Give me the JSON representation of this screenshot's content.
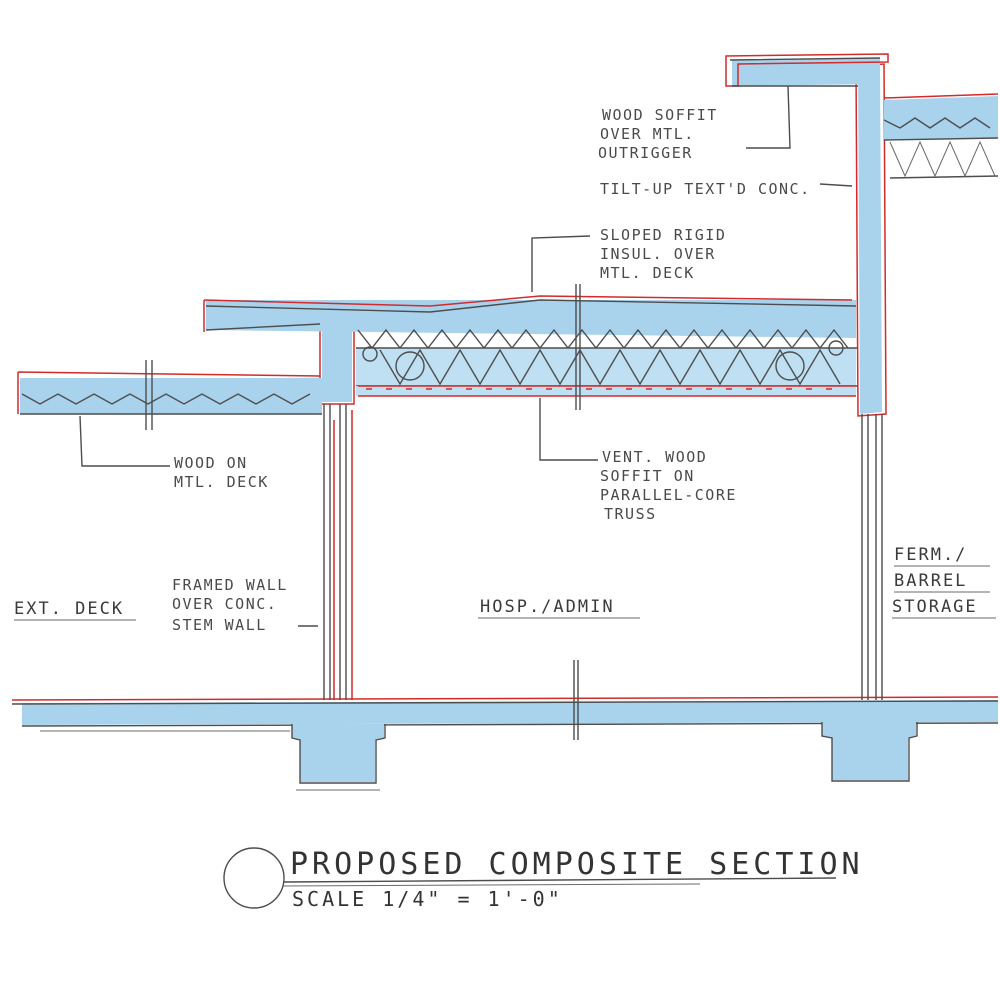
{
  "labels": {
    "wood_soffit": [
      "WOOD SOFFIT",
      "OVER MTL.",
      "OUTRIGGER"
    ],
    "tilt_up": "TILT-UP TEXT'D CONC.",
    "sloped_rigid": [
      "SLOPED RIGID",
      "INSUL. OVER",
      "MTL. DECK"
    ],
    "vent_wood": [
      "VENT. WOOD",
      "SOFFIT ON",
      "PARALLEL-CORE",
      "TRUSS"
    ],
    "wood_on_deck": [
      "WOOD ON",
      "MTL. DECK"
    ],
    "framed_wall": [
      "FRAMED WALL",
      "OVER CONC.",
      "STEM WALL"
    ],
    "ext_deck": "EXT. DECK",
    "hosp_admin": "HOSP./ADMIN",
    "ferm_storage": [
      "FERM./",
      "BARREL",
      "STORAGE"
    ]
  },
  "title_block": {
    "title": "PROPOSED COMPOSITE SECTION",
    "scale": "SCALE 1/4\" = 1'-0\""
  },
  "colors": {
    "concrete_fill": "#a9d3ec",
    "redline": "#d42a2a",
    "pencil": "#4d4d4d"
  }
}
